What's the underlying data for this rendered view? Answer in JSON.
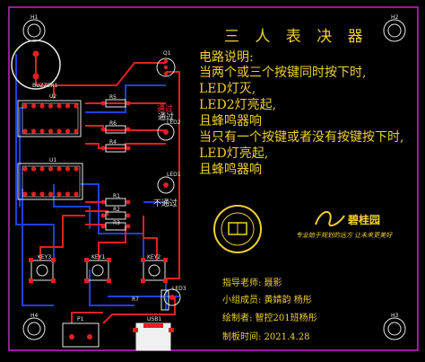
{
  "title": "三 人 表 决 器",
  "description": {
    "lines": [
      "电路说明:",
      "当两个或三个按键同时按下时,",
      "LED灯灭,",
      "LED2灯亮起,",
      "且蜂鸣器响",
      "当只有一个按键或者没有按键按下时,",
      "LED灯亮起,",
      "且蜂鸣器响"
    ]
  },
  "info": {
    "teacher": "指导老师:  聂影",
    "members": "小组成员:  黄婧韵  杨彤",
    "drafter": "绘制者:  智控201班杨彤",
    "date": "制板时间:  2021.4.28"
  },
  "brand": {
    "name": "碧桂园",
    "slogan": "专业始于规划的远方 让未来更美好"
  },
  "holes": [
    "H1",
    "H2",
    "H4",
    "H3"
  ],
  "components": {
    "buzzer": "BUZZER1",
    "u2": "U2",
    "u1": "U1",
    "q1": "Q1",
    "r5": "R5",
    "r6": "R6",
    "r4": "R4",
    "r1": "R1",
    "r2": "R2",
    "r3": "R3",
    "r7": "R7",
    "led2": "LED2",
    "led1": "LED1",
    "led3": "LED3",
    "key3": "KEY3",
    "key1": "KEY1",
    "key2": "KEY2",
    "p1": "P1",
    "usb1": "USB1"
  },
  "labels": {
    "pass": "通过",
    "fail": "不通过",
    "pass_red": "通过"
  },
  "colors": {
    "board_outline": "#d020d0",
    "trace_red": "#e02020",
    "trace_blue": "#2040e0",
    "silk_yellow": "#f0d030",
    "silk_white": "#e8e8e8"
  }
}
